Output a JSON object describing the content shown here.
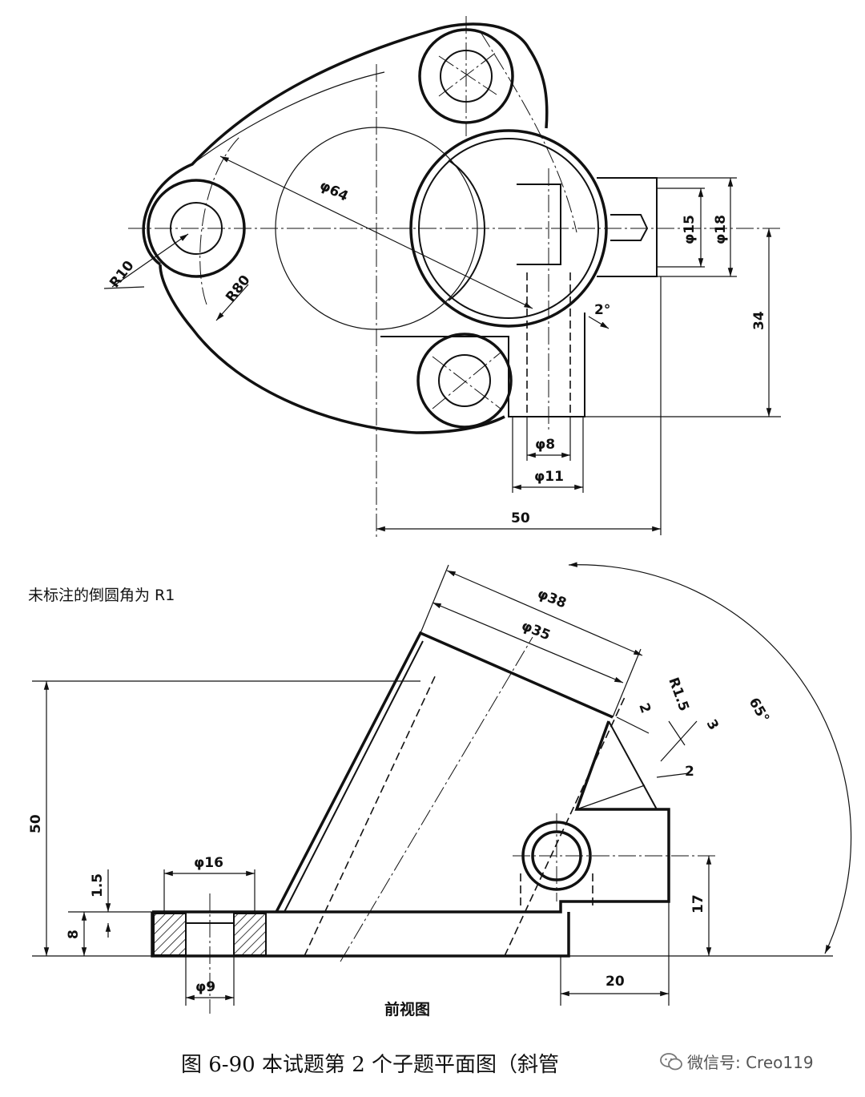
{
  "top_view": {
    "dimensions": {
      "d64": "φ64",
      "r10": "R10",
      "r80": "R80",
      "d15": "φ15",
      "d18": "φ18",
      "d34": "34",
      "angle2": "2°",
      "d8": "φ8",
      "d11": "φ11",
      "d50": "50"
    }
  },
  "front_view": {
    "note": "未标注的倒圆角为 R1",
    "title": "前视图",
    "dimensions": {
      "d38": "φ38",
      "d35": "φ35",
      "r15": "R1.5",
      "t2a": "2",
      "t3": "3",
      "t2b": "2",
      "angle65": "65°",
      "h50": "50",
      "d16": "φ16",
      "t15": "1.5",
      "h8": "8",
      "d9": "φ9",
      "h17": "17",
      "w20": "20"
    }
  },
  "caption": "图 6-90   本试题第 2 个子题平面图（斜管",
  "watermark": {
    "text": "微信号: Creo119",
    "icon": "wechat-icon"
  }
}
